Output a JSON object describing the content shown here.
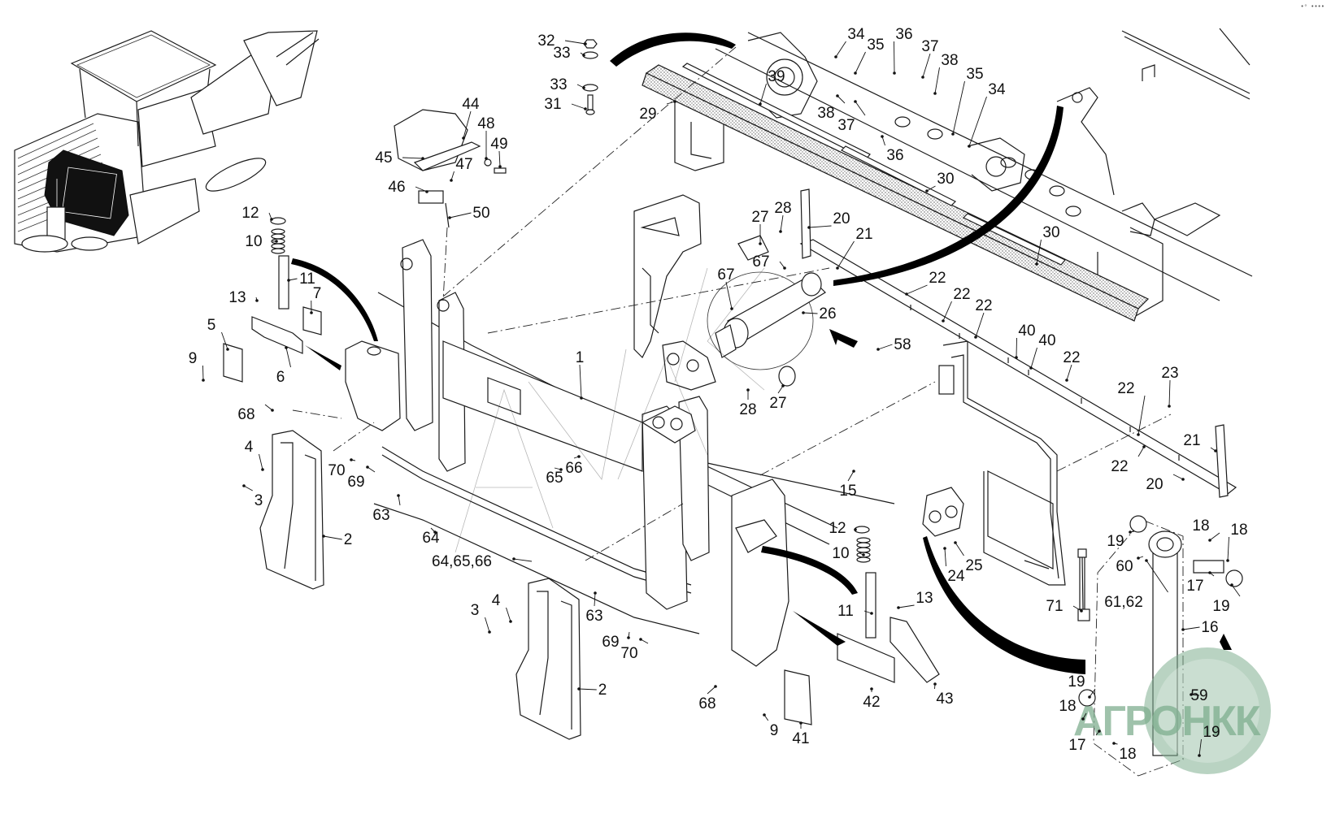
{
  "diagram": {
    "type": "exploded-parts-diagram",
    "subject": "Front loading conveyor mounting / lifting frame assembly",
    "corner_mark": "•ᵒ ••••",
    "watermark": {
      "text": "АГРОНКК",
      "color": "#7fae8f"
    },
    "background_watermark": "AVAK",
    "callouts": [
      {
        "id": "c1",
        "label": "1"
      },
      {
        "id": "c2a",
        "label": "2"
      },
      {
        "id": "c2b",
        "label": "2"
      },
      {
        "id": "c3a",
        "label": "3"
      },
      {
        "id": "c3b",
        "label": "3"
      },
      {
        "id": "c4a",
        "label": "4"
      },
      {
        "id": "c4b",
        "label": "4"
      },
      {
        "id": "c5",
        "label": "5"
      },
      {
        "id": "c6",
        "label": "6"
      },
      {
        "id": "c7",
        "label": "7"
      },
      {
        "id": "c9a",
        "label": "9"
      },
      {
        "id": "c9b",
        "label": "9"
      },
      {
        "id": "c10a",
        "label": "10"
      },
      {
        "id": "c10b",
        "label": "10"
      },
      {
        "id": "c11a",
        "label": "11"
      },
      {
        "id": "c11b",
        "label": "11"
      },
      {
        "id": "c12a",
        "label": "12"
      },
      {
        "id": "c12b",
        "label": "12"
      },
      {
        "id": "c13a",
        "label": "13"
      },
      {
        "id": "c13b",
        "label": "13"
      },
      {
        "id": "c15",
        "label": "15"
      },
      {
        "id": "c16",
        "label": "16"
      },
      {
        "id": "c17a",
        "label": "17"
      },
      {
        "id": "c17b",
        "label": "17"
      },
      {
        "id": "c18a",
        "label": "18"
      },
      {
        "id": "c18b",
        "label": "18"
      },
      {
        "id": "c18c",
        "label": "18"
      },
      {
        "id": "c18d",
        "label": "18"
      },
      {
        "id": "c19a",
        "label": "19"
      },
      {
        "id": "c19b",
        "label": "19"
      },
      {
        "id": "c19c",
        "label": "19"
      },
      {
        "id": "c19d",
        "label": "19"
      },
      {
        "id": "c20a",
        "label": "20"
      },
      {
        "id": "c20b",
        "label": "20"
      },
      {
        "id": "c21a",
        "label": "21"
      },
      {
        "id": "c21b",
        "label": "21"
      },
      {
        "id": "c22a",
        "label": "22"
      },
      {
        "id": "c22b",
        "label": "22"
      },
      {
        "id": "c22c",
        "label": "22"
      },
      {
        "id": "c22d",
        "label": "22"
      },
      {
        "id": "c22e",
        "label": "22"
      },
      {
        "id": "c22f",
        "label": "22"
      },
      {
        "id": "c23",
        "label": "23"
      },
      {
        "id": "c24",
        "label": "24"
      },
      {
        "id": "c25",
        "label": "25"
      },
      {
        "id": "c26",
        "label": "26"
      },
      {
        "id": "c27a",
        "label": "27"
      },
      {
        "id": "c27b",
        "label": "27"
      },
      {
        "id": "c28a",
        "label": "28"
      },
      {
        "id": "c28b",
        "label": "28"
      },
      {
        "id": "c29",
        "label": "29"
      },
      {
        "id": "c30a",
        "label": "30"
      },
      {
        "id": "c30b",
        "label": "30"
      },
      {
        "id": "c31",
        "label": "31"
      },
      {
        "id": "c32",
        "label": "32"
      },
      {
        "id": "c33a",
        "label": "33"
      },
      {
        "id": "c33b",
        "label": "33"
      },
      {
        "id": "c34a",
        "label": "34"
      },
      {
        "id": "c34b",
        "label": "34"
      },
      {
        "id": "c35a",
        "label": "35"
      },
      {
        "id": "c35b",
        "label": "35"
      },
      {
        "id": "c36a",
        "label": "36"
      },
      {
        "id": "c36b",
        "label": "36"
      },
      {
        "id": "c37a",
        "label": "37"
      },
      {
        "id": "c37b",
        "label": "37"
      },
      {
        "id": "c38a",
        "label": "38"
      },
      {
        "id": "c38b",
        "label": "38"
      },
      {
        "id": "c39",
        "label": "39"
      },
      {
        "id": "c40a",
        "label": "40"
      },
      {
        "id": "c40b",
        "label": "40"
      },
      {
        "id": "c41",
        "label": "41"
      },
      {
        "id": "c42",
        "label": "42"
      },
      {
        "id": "c43",
        "label": "43"
      },
      {
        "id": "c44",
        "label": "44"
      },
      {
        "id": "c45",
        "label": "45"
      },
      {
        "id": "c46",
        "label": "46"
      },
      {
        "id": "c47",
        "label": "47"
      },
      {
        "id": "c48",
        "label": "48"
      },
      {
        "id": "c49",
        "label": "49"
      },
      {
        "id": "c50",
        "label": "50"
      },
      {
        "id": "c58",
        "label": "58"
      },
      {
        "id": "c59",
        "label": "59"
      },
      {
        "id": "c60",
        "label": "60"
      },
      {
        "id": "c61_62",
        "label": "61,62"
      },
      {
        "id": "c63a",
        "label": "63"
      },
      {
        "id": "c63b",
        "label": "63"
      },
      {
        "id": "c64",
        "label": "64"
      },
      {
        "id": "c64_65_66",
        "label": "64,65,66"
      },
      {
        "id": "c65",
        "label": "65"
      },
      {
        "id": "c66",
        "label": "66"
      },
      {
        "id": "c67a",
        "label": "67"
      },
      {
        "id": "c67b",
        "label": "67"
      },
      {
        "id": "c68a",
        "label": "68"
      },
      {
        "id": "c68b",
        "label": "68"
      },
      {
        "id": "c69a",
        "label": "69"
      },
      {
        "id": "c69b",
        "label": "69"
      },
      {
        "id": "c70a",
        "label": "70"
      },
      {
        "id": "c70b",
        "label": "70"
      },
      {
        "id": "c71",
        "label": "71"
      }
    ]
  }
}
